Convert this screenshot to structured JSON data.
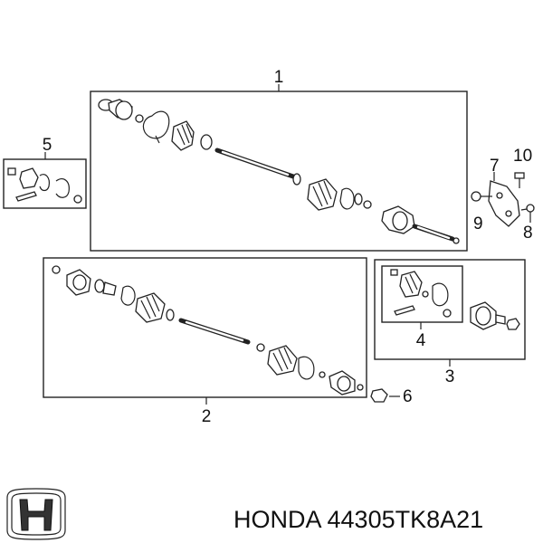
{
  "callouts": {
    "c1": "1",
    "c2": "2",
    "c3": "3",
    "c4": "4",
    "c5": "5",
    "c6": "6",
    "c7": "7",
    "c8": "8",
    "c9": "9",
    "c10": "10"
  },
  "brand": {
    "logo_icon": "honda-h-logo-icon",
    "part_label": "HONDA 44305TK8A21"
  }
}
